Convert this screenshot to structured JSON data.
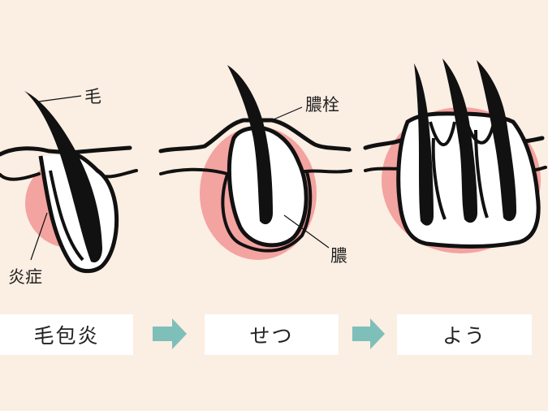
{
  "diagram": {
    "labels": {
      "hair": "毛",
      "inflammation": "炎症",
      "plug": "膿栓",
      "pus": "膿"
    },
    "stages": [
      {
        "name": "毛包炎"
      },
      {
        "name": "せつ"
      },
      {
        "name": "よう"
      }
    ],
    "colors": {
      "background": "#fbeee2",
      "inflammation": "#f3a3a0",
      "arrow": "#7fbfb9",
      "stroke": "#111111",
      "box": "#ffffff"
    }
  }
}
